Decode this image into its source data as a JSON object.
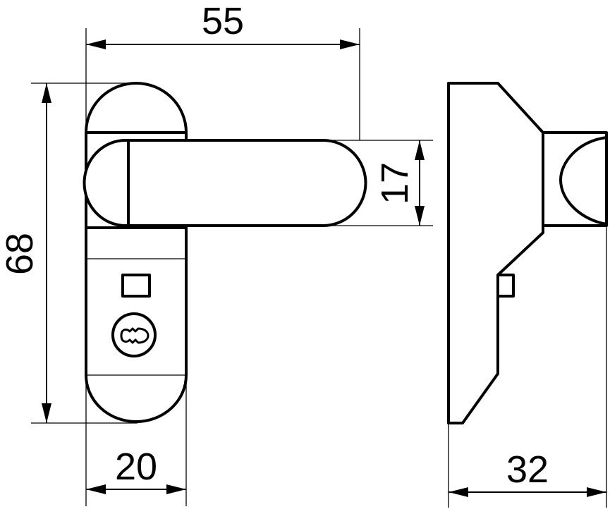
{
  "drawing": {
    "dimensions": {
      "overall_width": "55",
      "overall_height": "68",
      "lever_height": "17",
      "plate_width": "20",
      "side_depth": "32"
    }
  }
}
